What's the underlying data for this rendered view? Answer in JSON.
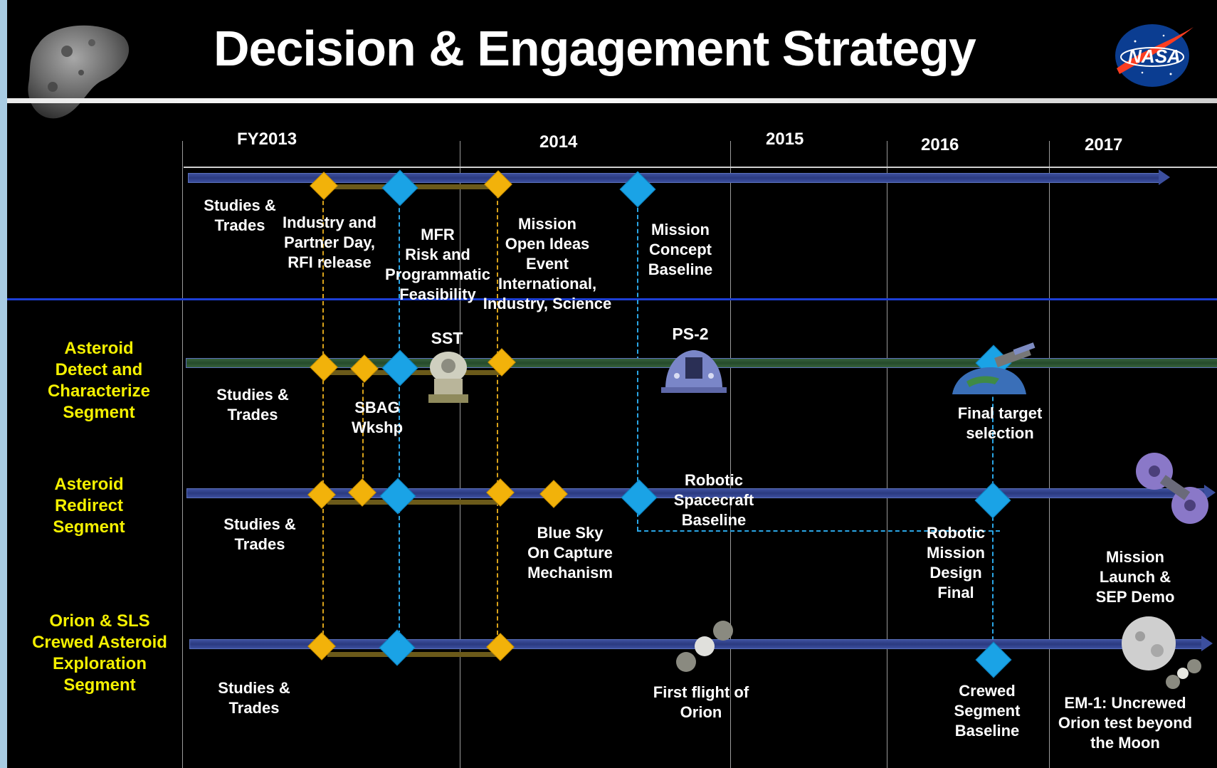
{
  "title": "Decision & Engagement Strategy",
  "logo": {
    "text": "NASA",
    "colors": {
      "disk": "#0b3d91",
      "swoosh": "#fc3d21"
    }
  },
  "years": [
    "FY2013",
    "2014",
    "2015",
    "2016",
    "2017"
  ],
  "segments": [
    "Asteroid\nDetect and\nCharacterize\nSegment",
    "Asteroid\nRedirect\nSegment",
    "Orion & SLS\nCrewed Asteroid\nExploration\nSegment"
  ],
  "milestones": {
    "top": {
      "studies": "Studies &\nTrades",
      "industry": "Industry and\nPartner Day,\nRFI release",
      "mfr": "MFR\nRisk and\nProgrammatic\nFeasibility",
      "open_ideas": "Mission\nOpen Ideas\nEvent\nInternational,\nIndustry, Science",
      "concept": "Mission\nConcept\nBaseline"
    },
    "detect": {
      "studies": "Studies &\nTrades",
      "sbag": "SBAG\nWkshp",
      "sst": "SST",
      "ps2": "PS-2",
      "final_target": "Final target\nselection"
    },
    "redirect": {
      "studies": "Studies &\nTrades",
      "robotic_baseline": "Robotic\nSpacecraft\nBaseline",
      "blue_sky": "Blue Sky\nOn Capture\nMechanism",
      "robotic_final": "Robotic\nMission\nDesign\nFinal",
      "launch": "Mission\nLaunch &\nSEP Demo"
    },
    "crewed": {
      "studies": "Studies &\nTrades",
      "first_flight": "First flight of\nOrion",
      "crewed_baseline": "Crewed\nSegment\nBaseline",
      "em1": "EM-1: Uncrewed\nOrion test beyond\nthe Moon"
    }
  },
  "colors": {
    "background": "#000000",
    "segment_label": "#f4f000",
    "decision_diamond": "#f2b20a",
    "engagement_diamond": "#1aa3e6",
    "timeline_bar": "#2b3a80",
    "detect_bar": "#244a2b",
    "divider": "#1d3fd6"
  }
}
